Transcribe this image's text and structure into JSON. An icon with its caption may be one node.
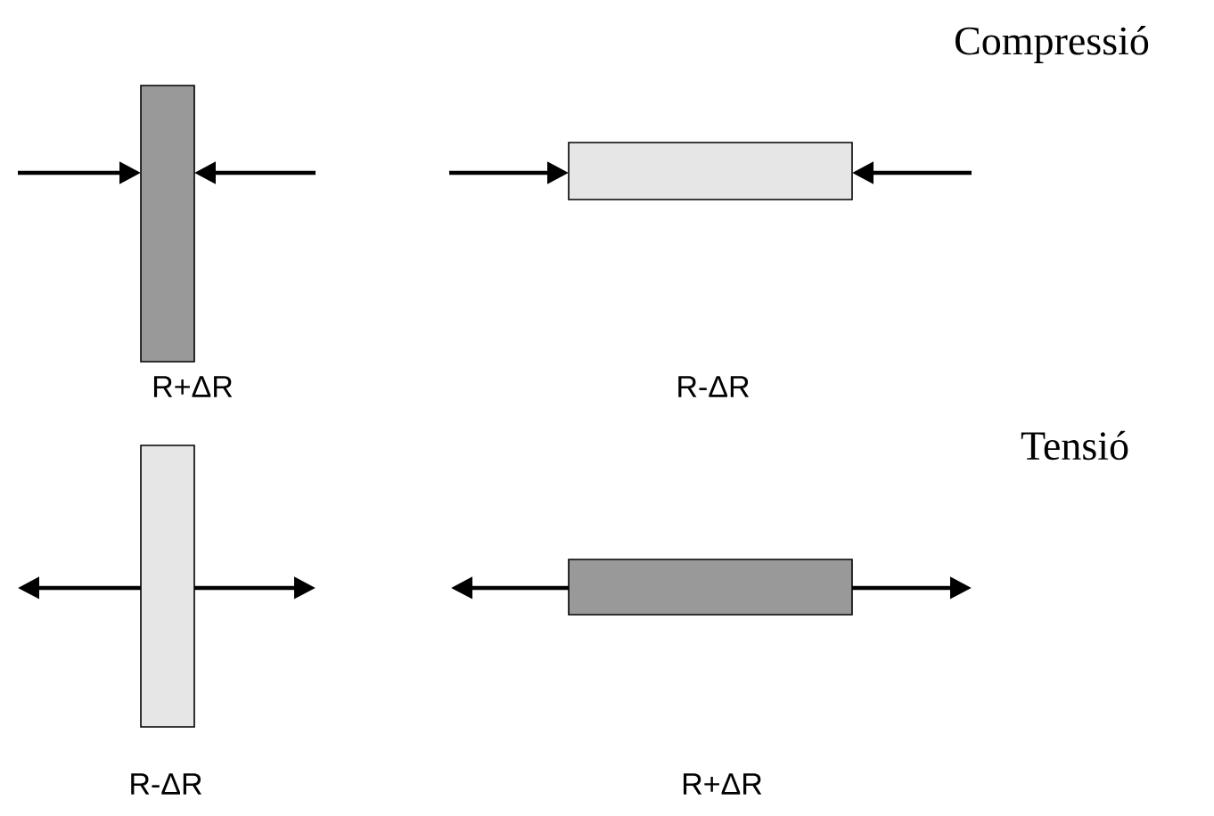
{
  "diagram": {
    "nodes": [
      {
        "text": [],
        "shape": "bar"
      },
      {
        "text": [],
        "shape": "bar"
      },
      {
        "text": [],
        "shape": "bar"
      },
      {
        "text": [],
        "shape": "bar"
      }
    ],
    "labels": [
      "Compressió",
      "R+ΔR",
      "R-ΔR",
      "Tensió",
      "R-ΔR",
      "R+ΔR"
    ]
  }
}
